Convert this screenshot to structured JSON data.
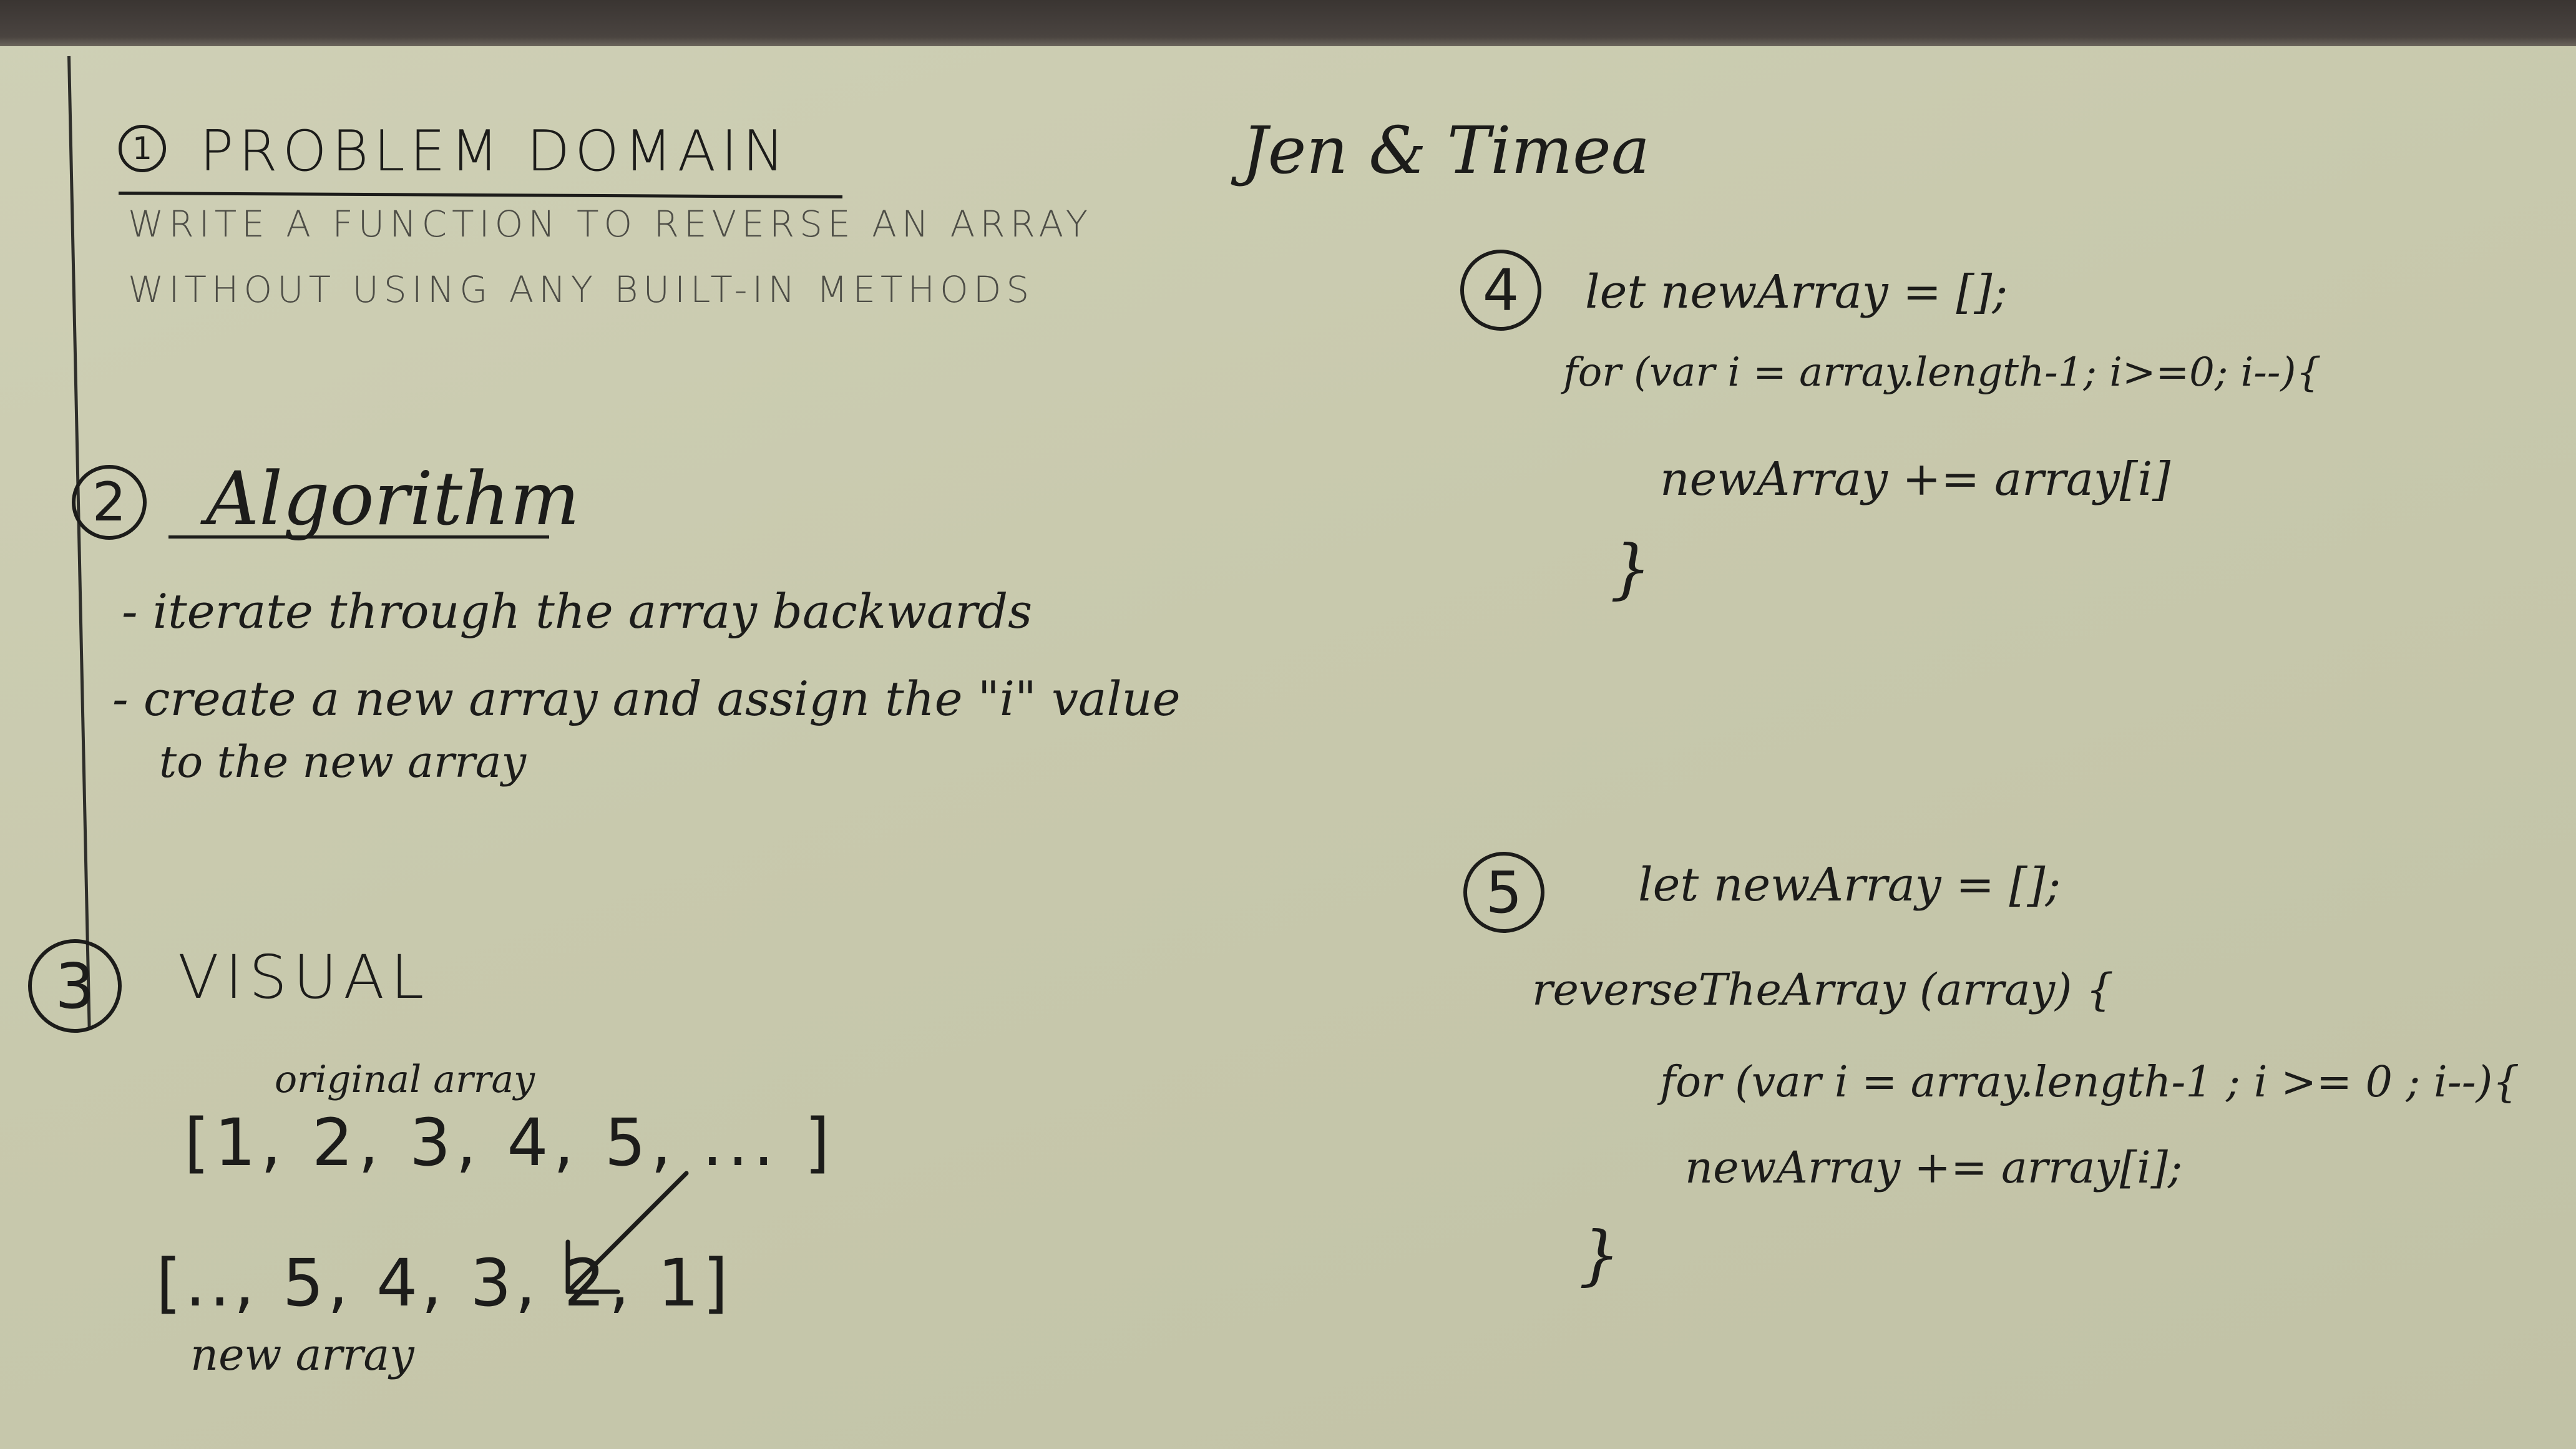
{
  "authors": "Jen & Timea",
  "section1": {
    "number": "1",
    "heading": "PROBLEM DOMAIN",
    "line1": "WRITE A FUNCTION TO REVERSE AN ARRAY",
    "line2": "WITHOUT USING ANY BUILT-IN METHODS"
  },
  "section2": {
    "number": "2",
    "heading": "Algorithm",
    "bullet1": "- iterate through the array backwards",
    "bullet2": "- create a new array and assign the \"i\" value",
    "bullet2_cont": "to the new array"
  },
  "section3": {
    "number": "3",
    "heading": "VISUAL",
    "original_label": "original array",
    "original_array": "[1, 2, 3, 4, 5, ... ]",
    "new_array": "[.., 5, 4, 3, 2, 1]",
    "new_label": "new array",
    "arrow_icon": "arrow-down-left"
  },
  "section4": {
    "number": "4",
    "code_line1": "let newArray = [];",
    "code_line2": "for (var i = array.length-1; i>=0; i--){",
    "code_line3": "newArray += array[i]",
    "code_line4": "}"
  },
  "section5": {
    "number": "5",
    "code_line1": "let newArray = [];",
    "code_line2": "reverseTheArray (array) {",
    "code_line3": "for (var i = array.length-1 ;  i >= 0   ; i--){",
    "code_line4": "newArray += array[i];",
    "code_line5": "}"
  },
  "colors": {
    "board": "#c9c9ad",
    "marker": "#1c1c1a",
    "frame": "#3a3532"
  }
}
